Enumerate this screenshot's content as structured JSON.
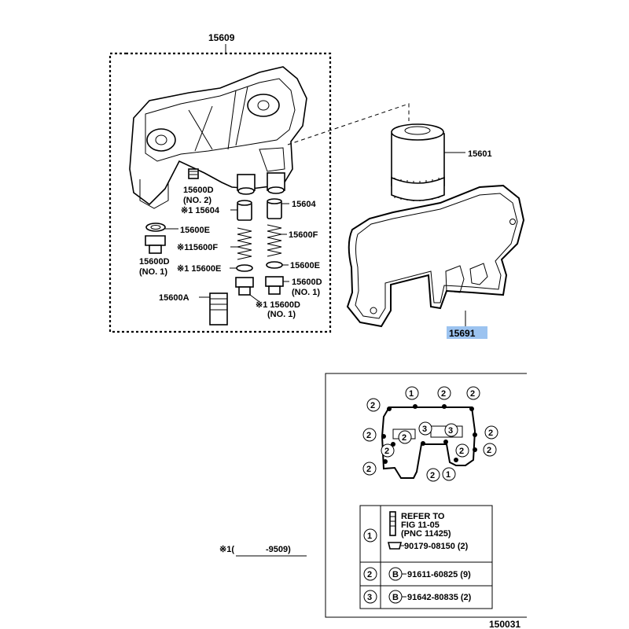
{
  "diagram": {
    "main_group_label": "15609",
    "parts": {
      "oil_filter": "15601",
      "gasket": "15691",
      "d_no2_top": "15600D",
      "d_no2_sub": "(NO. 2)",
      "p15604_left": "※1 15604",
      "p15604_right": "15604",
      "p15600E_left_top": "15600E",
      "p15600D_left_line1": "15600D",
      "p15600D_left_line2": "(NO. 1)",
      "p15600F_left": "※115600F",
      "p15600F_right": "15600F",
      "p15600E_left_mid": "※1 15600E",
      "p15600E_right": "15600E",
      "p15600D_right_line1": "15600D",
      "p15600D_right_line2": "(NO. 1)",
      "p15600A": "15600A",
      "p15600D_bottom_line1": "※1 15600D",
      "p15600D_bottom_line2": "(NO. 1)"
    },
    "bolt_layout_numbers": [
      "2",
      "1",
      "2",
      "2",
      "2",
      "2",
      "2",
      "3",
      "3",
      "2",
      "2",
      "2",
      "2",
      "2",
      "1"
    ],
    "table": {
      "rows": [
        {
          "num": "1",
          "line1": "REFER TO",
          "line2": "FIG 11-05",
          "line3": "(PNC 11425)",
          "part": "90179-08150 (2)"
        },
        {
          "num": "2",
          "badge": "B",
          "part": "91611-60825 (9)"
        },
        {
          "num": "3",
          "badge": "B",
          "part": "91642-80835 (2)"
        }
      ]
    },
    "footnote_mark": "※1(",
    "footnote_range": "-9509)",
    "figure_id": "150031"
  }
}
